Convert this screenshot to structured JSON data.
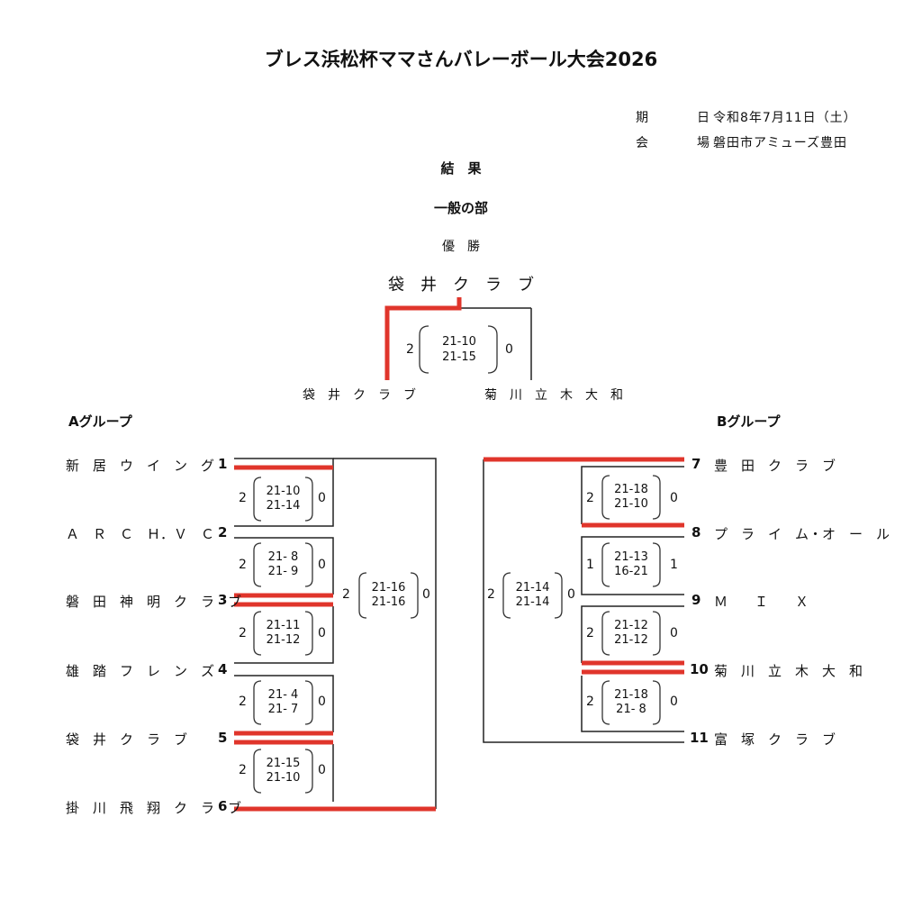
{
  "title": "ブレス浜松杯ママさんバレーボール大会2026",
  "info": {
    "date_label": "期　日",
    "date": "令和8年7月11日（土）",
    "venue_label": "会　場",
    "venue": "磐田市アミューズ豊田"
  },
  "results_heading": "結　果",
  "division": "一般の部",
  "champion_label": "優　勝",
  "champion": "袋　井　ク　ラ　ブ",
  "final": {
    "left_team": "袋　井　ク　ラ　ブ",
    "right_team": "菊　川　立　木　大　和",
    "left_sets": "2",
    "right_sets": "0",
    "scores": [
      "21-10",
      "21-15"
    ]
  },
  "group_a": {
    "label": "Aグループ",
    "teams": [
      {
        "name": "新　居　ウ　イ　ン　グ",
        "seed": "1"
      },
      {
        "name": "Ａ　Ｒ　Ｃ　Ｈ．Ｖ　Ｃ",
        "seed": "2"
      },
      {
        "name": "磐　田　神　明　ク　ラ　ブ",
        "seed": "3"
      },
      {
        "name": "雄　踏　フ　レ　ン　ズ",
        "seed": "4"
      },
      {
        "name": "袋　井　ク　ラ　ブ",
        "seed": "5"
      },
      {
        "name": "掛　川　飛　翔　ク　ラ　ブ",
        "seed": "6"
      }
    ],
    "matches": [
      {
        "l": "2",
        "r": "0",
        "s1": "21-10",
        "s2": "21-14"
      },
      {
        "l": "2",
        "r": "0",
        "s1": "21-  8",
        "s2": "21-  9"
      },
      {
        "l": "2",
        "r": "0",
        "s1": "21-11",
        "s2": "21-12"
      },
      {
        "l": "2",
        "r": "0",
        "s1": "21-  4",
        "s2": "21-  7"
      },
      {
        "l": "2",
        "r": "0",
        "s1": "21-15",
        "s2": "21-10"
      },
      {
        "l": "2",
        "r": "0",
        "s1": "21-16",
        "s2": "21-16"
      }
    ]
  },
  "group_b": {
    "label": "Bグループ",
    "teams": [
      {
        "name": "豊　田　ク　ラ　ブ",
        "seed": "7"
      },
      {
        "name": "プ　ラ　イ　ム・オ　ー　ル",
        "seed": "8"
      },
      {
        "name": "Ｍ　　Ｉ　　Ｘ",
        "seed": "9"
      },
      {
        "name": "菊　川　立　木　大　和",
        "seed": "10"
      },
      {
        "name": "富　塚　ク　ラ　ブ",
        "seed": "11"
      }
    ],
    "matches": [
      {
        "l": "2",
        "r": "0",
        "s1": "21-18",
        "s2": "21-10"
      },
      {
        "l": "1",
        "r": "1",
        "s1": "21-13",
        "s2": "16-21"
      },
      {
        "l": "2",
        "r": "0",
        "s1": "21-12",
        "s2": "21-12"
      },
      {
        "l": "2",
        "r": "0",
        "s1": "21-18",
        "s2": "21-  8"
      },
      {
        "l": "2",
        "r": "0",
        "s1": "21-14",
        "s2": "21-14"
      }
    ]
  },
  "colors": {
    "winner_line": "#e0352b",
    "line": "#222222"
  }
}
